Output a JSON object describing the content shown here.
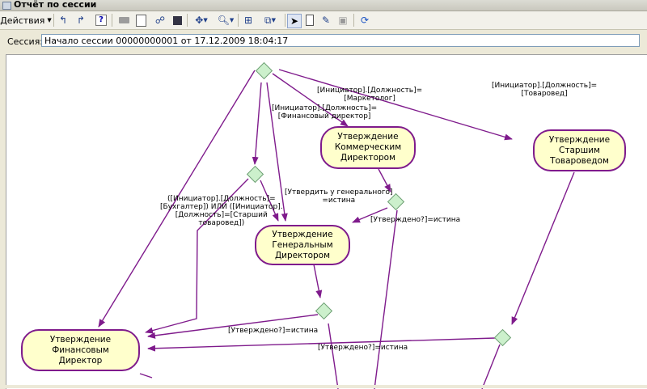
{
  "window": {
    "title": "Отчёт по сессии"
  },
  "toolbar": {
    "actions_label": "Действия",
    "icons": [
      "undo-icon",
      "redo-icon",
      "help-icon",
      "print-icon",
      "preview-icon",
      "graph-icon",
      "save-icon",
      "layout-icon",
      "zoom-icon",
      "tree-icon",
      "objects-icon",
      "pointer-icon",
      "page-icon",
      "edit-icon",
      "disabled-icon",
      "refresh-icon"
    ]
  },
  "session": {
    "label": "Сессия:",
    "value": "Начало сессии 00000000001 от 17.12.2009 18:04:17"
  },
  "diagram": {
    "nodes": {
      "commercial": "Утверждение Коммерческим Директором",
      "senior": "Утверждение Старшим Товароведом",
      "general": "Утверждение Генеральным Директором",
      "financial": "Утверждение Финансовым Директор"
    },
    "labels": {
      "marketer": "[Инициатор].[Должность]=\n[Маркетолог]",
      "merch": "[Инициатор].[Должность]=\n[Товаровед]",
      "findir": "[Инициатор].[Должность]=\n[Финансовый директор]",
      "approve_general": "[Утвердить у генерального]\n=истина",
      "approved1": "[Утверждено?]=истина",
      "accountant": "([Инициатор].[Должность]=\n[Бухгалтер]) ИЛИ ([Инициатор].\n[Должность]=[Старший\nтоваровед])",
      "approved2": "[Утверждено?]=истина",
      "approved3": "[Утверждено?]=истина"
    }
  }
}
